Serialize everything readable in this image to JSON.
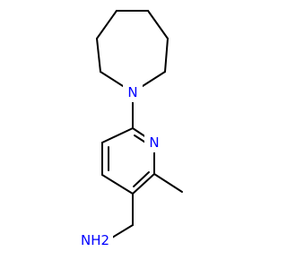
{
  "colors": {
    "background": "#ffffff",
    "bond": "#000000",
    "nitrogen": "#0000ff"
  },
  "molecule": {
    "atoms": {
      "azepane_nitrogen": "N",
      "pyridine_nitrogen": "N",
      "amine_group": "NH2"
    }
  }
}
